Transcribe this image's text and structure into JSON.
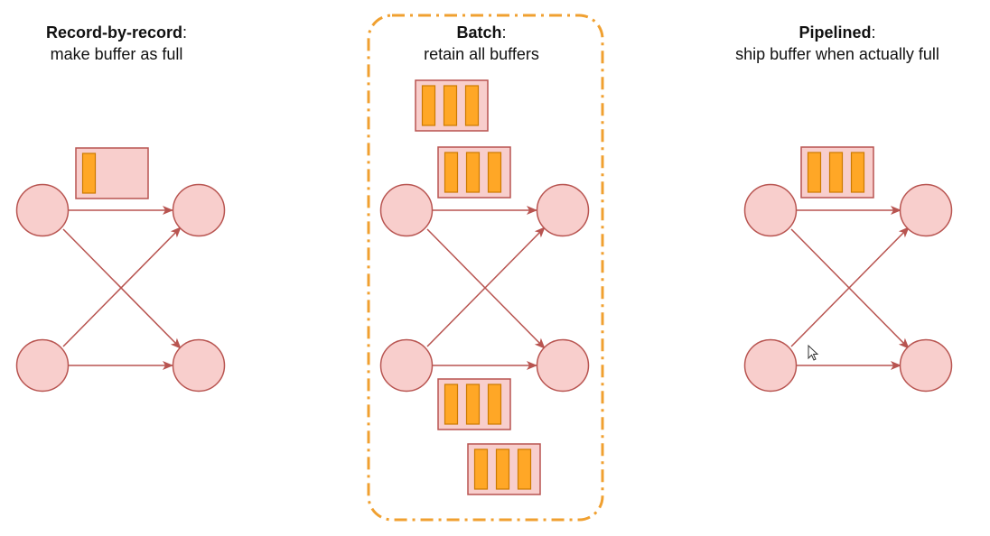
{
  "colors": {
    "node_fill": "#f8cecc",
    "node_stroke": "#b85450",
    "edge": "#b85450",
    "buffer_fill": "#f8cecc",
    "buffer_stroke": "#b85450",
    "record_fill": "#ffa726",
    "record_stroke": "#cc7a00",
    "highlight": "#f0a030",
    "text": "#111111"
  },
  "panels": [
    {
      "id": "record-by-record",
      "title_bold": "Record-by-record",
      "title_colon": ":",
      "subtitle": "make buffer as full",
      "highlighted": false,
      "buffers": [
        {
          "records": 1
        }
      ]
    },
    {
      "id": "batch",
      "title_bold": "Batch",
      "title_colon": ":",
      "subtitle": "retain all buffers",
      "highlighted": true,
      "buffers": [
        {
          "records": 3
        },
        {
          "records": 3
        },
        {
          "records": 3
        },
        {
          "records": 3
        }
      ]
    },
    {
      "id": "pipelined",
      "title_bold": "Pipelined",
      "title_colon": ":",
      "subtitle": "ship buffer when actually full",
      "highlighted": false,
      "buffers": [
        {
          "records": 3
        }
      ]
    }
  ],
  "icons": {
    "cursor": "mouse-pointer-icon"
  }
}
